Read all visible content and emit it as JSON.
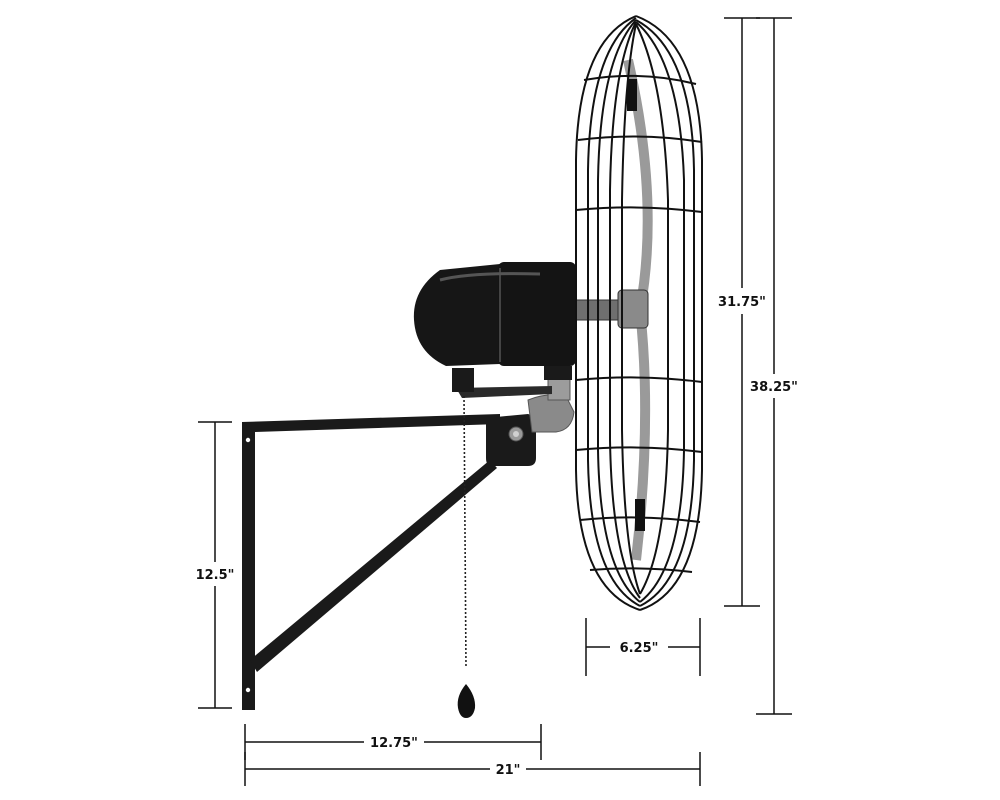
{
  "figure": {
    "subject": "wall-mount-fan-side-view",
    "colors": {
      "line": "#111111",
      "metal": "#1a1a1a",
      "hub": "#8a8a8a",
      "background": "#ffffff"
    }
  },
  "dimensions": {
    "total_height": "38.25\"",
    "grille_height": "31.75\"",
    "bracket_height": "12.5\"",
    "grille_depth": "6.25\"",
    "bracket_depth": "12.75\"",
    "total_depth": "21\""
  }
}
